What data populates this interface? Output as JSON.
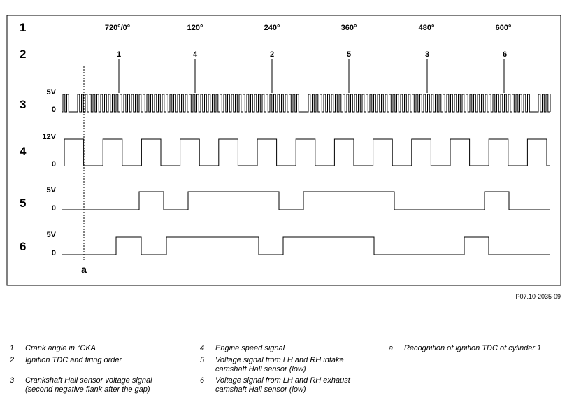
{
  "row_numbers": [
    "1",
    "2",
    "3",
    "4",
    "5",
    "6"
  ],
  "crank_angles": [
    "720°/0°",
    "120°",
    "240°",
    "360°",
    "480°",
    "600°"
  ],
  "firing_order": [
    "1",
    "4",
    "2",
    "5",
    "3",
    "6"
  ],
  "level_labels": {
    "sig3_high": "5V",
    "sig3_low": "0",
    "sig4_high": "12V",
    "sig4_low": "0",
    "sig5_high": "5V",
    "sig5_low": "0",
    "sig6_high": "5V",
    "sig6_low": "0"
  },
  "marker_label": "a",
  "reference": "P07.10-2035-09",
  "legend": [
    {
      "key": "1",
      "text": "Crank angle in °CKA"
    },
    {
      "key": "2",
      "text": "Ignition TDC and firing order"
    },
    {
      "key": "3",
      "text": "Crankshaft Hall sensor voltage signal\n(second negative flank after the gap)"
    },
    {
      "key": "4",
      "text": "Engine speed signal"
    },
    {
      "key": "5",
      "text": "Voltage signal from LH and RH intake\ncamshaft Hall sensor (low)"
    },
    {
      "key": "6",
      "text": "Voltage signal from LH and RH exhaust\ncamshaft Hall sensor (low)"
    },
    {
      "key": "a",
      "text": "Recognition of ignition TDC of cylinder 1"
    }
  ]
}
